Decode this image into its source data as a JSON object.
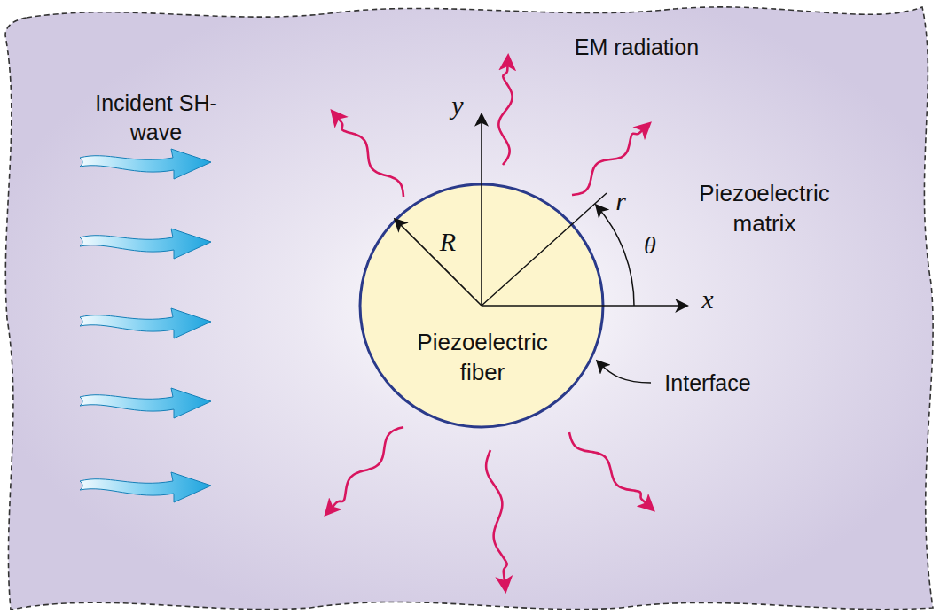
{
  "diagram": {
    "nodes": [
      {
        "text": [
          "Piezoelectric matrix"
        ]
      },
      {
        "text": [
          "Piezoelectric fiber"
        ],
        "in": 0
      }
    ],
    "labels": [
      "Incident SH-wave",
      "EM radiation",
      "y",
      "r",
      "R",
      "θ",
      "x",
      "Interface"
    ]
  }
}
